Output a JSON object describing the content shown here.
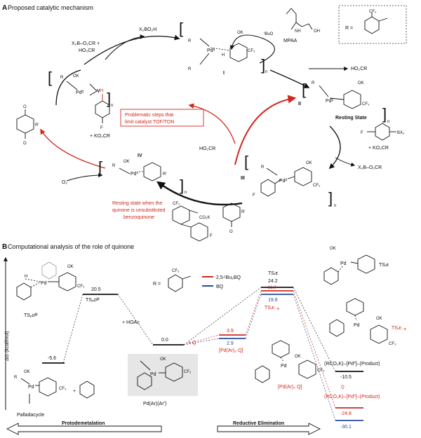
{
  "panelA": {
    "letter": "A",
    "title": "Proposed catalytic mechanism",
    "reagent_top_left_1": "X₂B–O₂CR +",
    "reagent_top_left_2": "HO₂CR",
    "byproduct_top": "X₂BO₂H",
    "ligand_name": "MPAA",
    "ligand_tBuO": "ᵗBuO",
    "ligand_NH": "NH",
    "ligand_OH": "OH",
    "r_def": "R =",
    "r_cf3": "CF₃",
    "label_I": "I",
    "label_II": "II",
    "label_III": "III",
    "label_IV": "IV",
    "label_V": "V",
    "subscript_n": "n",
    "pd_II": "Pdᴵᴵ",
    "pd_0": "Pd⁰",
    "ok": "OK",
    "cf3": "CF₃",
    "h": "H",
    "f": "F",
    "r_group": "R",
    "r_prime": "R′",
    "resting_state": "Resting State",
    "hoc_out": "HO₂CR",
    "aryl_boron": "BX₂",
    "plus_ko2cr_right": "+ KO₂CR",
    "x2b_o2cr": "X₂B–O₂CR",
    "problem_1": "Problematic steps that",
    "problem_2": "limit catalyst TOF/TON",
    "plus_ko2cr_mid": "+ KO₂CR",
    "hoc_mid": "HO₂CR",
    "o2": "O₂",
    "resting_q_1": "Resting state when the",
    "resting_q_2": "quinone is unsubstituted",
    "resting_q_3": "benzoquinone",
    "product_co2k": "CO₂K"
  },
  "panelB": {
    "letter": "B",
    "title": "Computational analysis of the role of quinone",
    "y_axis_label": "ΔG (kcal/mol)",
    "r_def": "R =",
    "cf3": "CF₃",
    "legend": [
      {
        "name": "2,5-ᵗBu₂BQ",
        "color": "#d0281e"
      },
      {
        "name": "BQ",
        "color": "#2a4a9a"
      }
    ],
    "levels": {
      "palladacycle": {
        "value": "-5.6",
        "label": "Palladacycle"
      },
      "ts_pdm": {
        "value": "20.5",
        "label": "TSₚᴅᴹ"
      },
      "pd_ar": {
        "value": "0.0",
        "label": "Pd(Ar)(Ar′)"
      },
      "pdq_tbu": {
        "value": "3.9"
      },
      "pdq_bq": {
        "value": "2.9",
        "label": "[Pd(Ar)₂·Q]"
      },
      "ts_re": {
        "value": "24.2",
        "label": "TSᵣᴇ"
      },
      "ts_req_tbu": {
        "value": "21.0"
      },
      "ts_req_bq": {
        "value": "19.8",
        "label": "TSᵣᴇ₋ᵩ"
      },
      "prod_free": {
        "value": "-10.5",
        "label": "(RCO₂K)–[Pd⁰]–(Product)"
      },
      "prod_tbu": {
        "value": "-24.8",
        "label": "(RCO₂K)–[Pd⁰]–(Product)"
      },
      "prod_bq": {
        "value": "-30.1"
      }
    },
    "plus_hoac": "+ HOAc",
    "plus_q": "+ Q",
    "ts_pdm_struct": "TSₚᴅᴹ",
    "ts_re_struct": "TSᵣᴇ",
    "ts_req_struct": "TSᵣᴇ₋ᵩ",
    "pdq_struct": "[Pd(Ar)₂·Q]",
    "q_label": "Q",
    "plus_benzene": "+",
    "arrow_left": "Protodemetalation",
    "arrow_right": "Reductive Elimination",
    "pd": "Pd",
    "ok": "OK",
    "o": "O",
    "r": "R",
    "h": "H"
  }
}
